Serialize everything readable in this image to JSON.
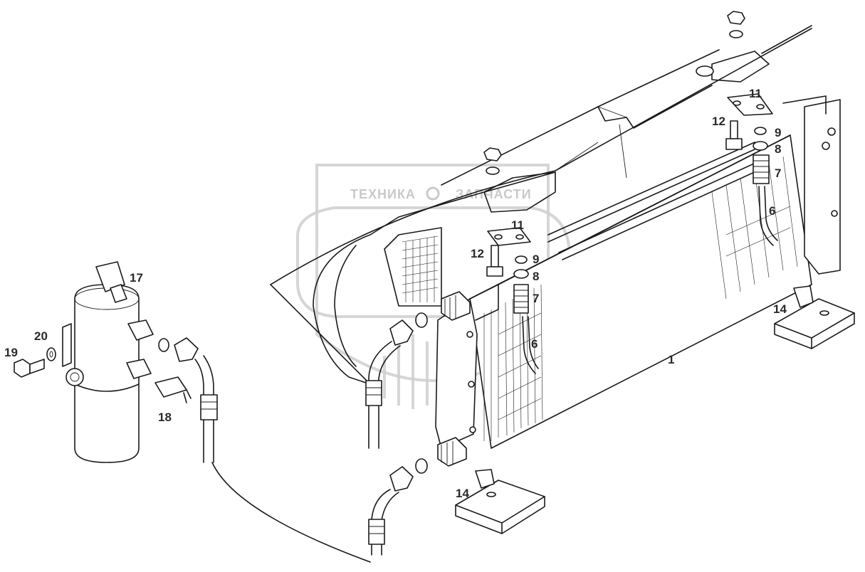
{
  "watermark": {
    "left_word": "ТЕХНИКА",
    "right_word": "ЗАПЧАСТИ"
  },
  "callouts": [
    {
      "id": "c1",
      "label": "1"
    },
    {
      "id": "c6a",
      "label": "6"
    },
    {
      "id": "c6b",
      "label": "6"
    },
    {
      "id": "c7a",
      "label": "7"
    },
    {
      "id": "c7b",
      "label": "7"
    },
    {
      "id": "c8a",
      "label": "8"
    },
    {
      "id": "c8b",
      "label": "8"
    },
    {
      "id": "c9a",
      "label": "9"
    },
    {
      "id": "c9b",
      "label": "9"
    },
    {
      "id": "c11a",
      "label": "11"
    },
    {
      "id": "c11b",
      "label": "11"
    },
    {
      "id": "c12a",
      "label": "12"
    },
    {
      "id": "c12b",
      "label": "12"
    },
    {
      "id": "c14a",
      "label": "14"
    },
    {
      "id": "c14b",
      "label": "14"
    },
    {
      "id": "c17",
      "label": "17"
    },
    {
      "id": "c18",
      "label": "18"
    },
    {
      "id": "c19",
      "label": "19"
    },
    {
      "id": "c20",
      "label": "20"
    }
  ]
}
